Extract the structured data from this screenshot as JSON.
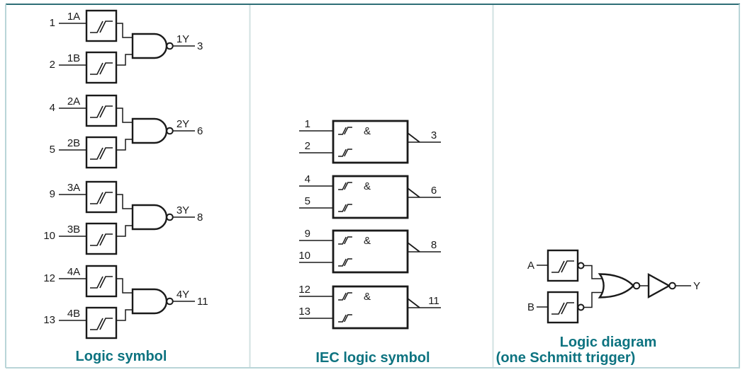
{
  "figure": {
    "panels": {
      "logic_symbol": {
        "caption": "Logic symbol",
        "gates": [
          {
            "in_a_pin": "1",
            "in_a_label": "1A",
            "in_b_pin": "2",
            "in_b_label": "1B",
            "out_label": "1Y",
            "out_pin": "3"
          },
          {
            "in_a_pin": "4",
            "in_a_label": "2A",
            "in_b_pin": "5",
            "in_b_label": "2B",
            "out_label": "2Y",
            "out_pin": "6"
          },
          {
            "in_a_pin": "9",
            "in_a_label": "3A",
            "in_b_pin": "10",
            "in_b_label": "3B",
            "out_label": "3Y",
            "out_pin": "8"
          },
          {
            "in_a_pin": "12",
            "in_a_label": "4A",
            "in_b_pin": "13",
            "in_b_label": "4B",
            "out_label": "4Y",
            "out_pin": "11"
          }
        ]
      },
      "iec_symbol": {
        "caption": "IEC logic symbol",
        "and_symbol": "&",
        "gates": [
          {
            "in_a_pin": "1",
            "in_b_pin": "2",
            "out_pin": "3"
          },
          {
            "in_a_pin": "4",
            "in_b_pin": "5",
            "out_pin": "6"
          },
          {
            "in_a_pin": "9",
            "in_b_pin": "10",
            "out_pin": "8"
          },
          {
            "in_a_pin": "12",
            "in_b_pin": "13",
            "out_pin": "11"
          }
        ]
      },
      "logic_diagram": {
        "caption_line1": "Logic diagram",
        "caption_line2": "(one Schmitt trigger)",
        "input_a": "A",
        "input_b": "B",
        "output": "Y"
      }
    },
    "colors": {
      "caption_text": "#0d7380",
      "diagram_line": "#1a1a1a",
      "frame_top": "#2e6e76",
      "frame_sides": "#b9d5d8",
      "panel_divider": "#d2e2e2"
    }
  }
}
